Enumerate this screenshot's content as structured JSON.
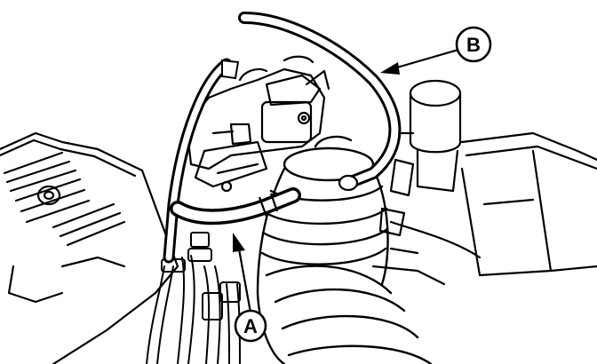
{
  "diagram": {
    "callouts": [
      {
        "id": "A",
        "label": "A",
        "target": "lower-vacuum-hose"
      },
      {
        "id": "B",
        "label": "B",
        "target": "upper-vacuum-hose"
      }
    ],
    "colors": {
      "ink": "#000000",
      "paper": "#ffffff"
    }
  }
}
